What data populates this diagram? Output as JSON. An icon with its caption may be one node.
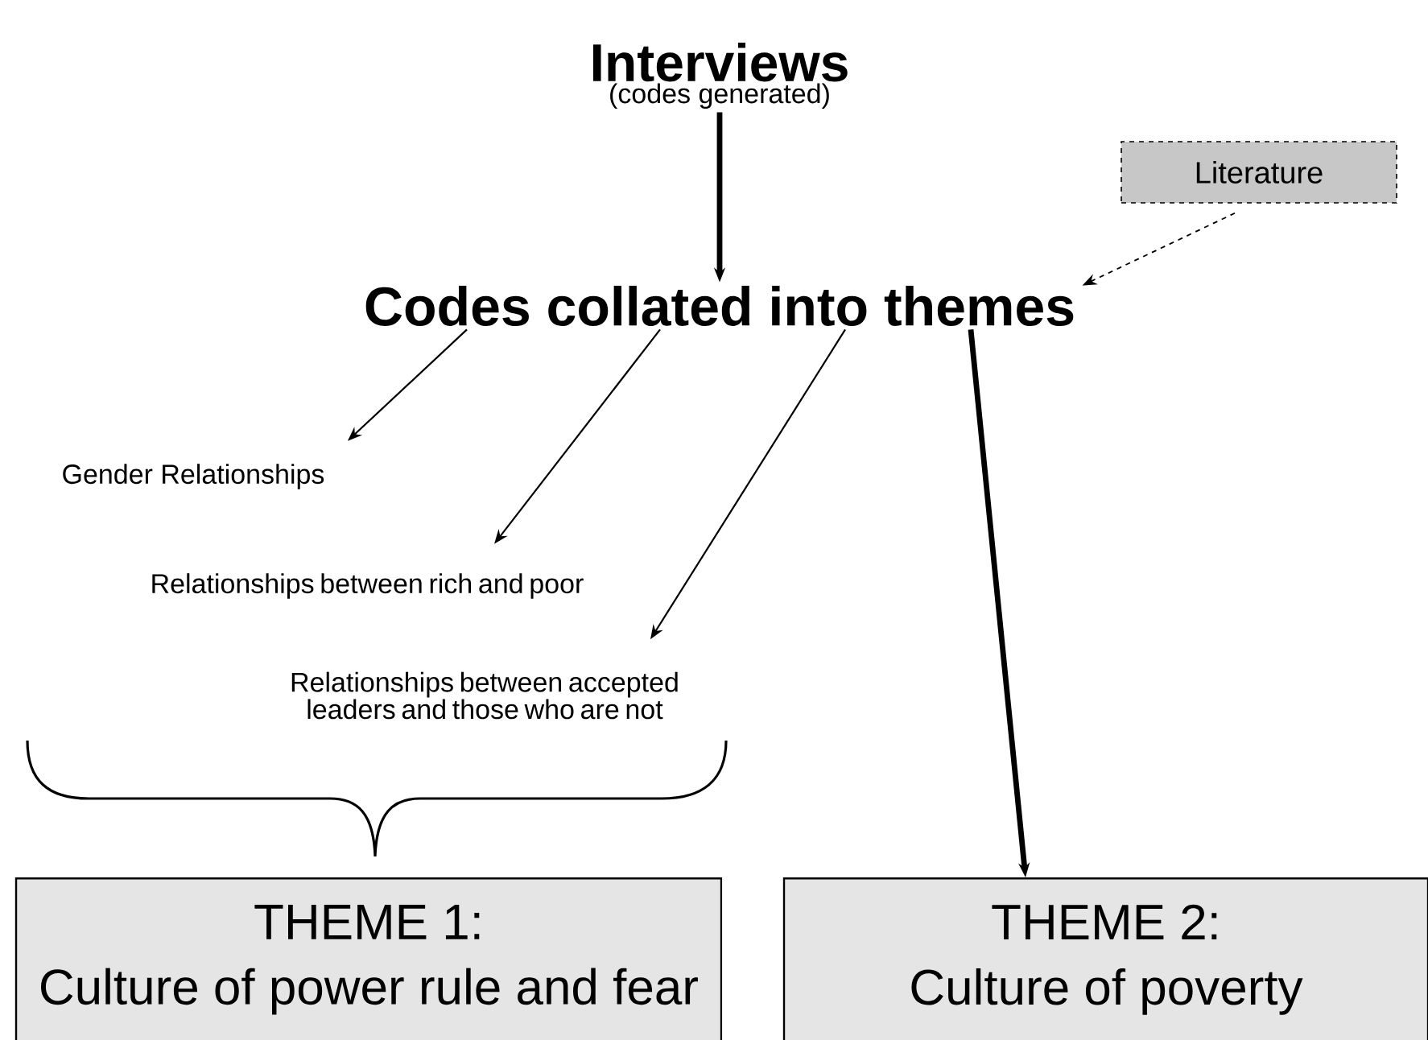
{
  "diagram": {
    "nodes": [
      {
        "text": [
          "Interviews",
          "(codes generated)"
        ]
      },
      {
        "text": [
          "Literature"
        ]
      },
      {
        "text": [
          "Codes collated into themes"
        ]
      },
      {
        "text": [
          "Gender Relationships"
        ]
      },
      {
        "text": [
          "Relationships between rich and poor"
        ]
      },
      {
        "text": [
          "Relationships between accepted leaders and those who are not"
        ]
      },
      {
        "text": [
          "THEME 1:",
          "Culture of power rule and fear"
        ]
      },
      {
        "text": [
          "THEME 2:",
          "Culture of poverty"
        ]
      }
    ],
    "edges": [
      {
        "from": 0,
        "to": 2,
        "arrow": "to",
        "style": "thick"
      },
      {
        "from": 1,
        "to": 2,
        "arrow": "to",
        "style": "dashed"
      },
      {
        "from": 2,
        "to": 3,
        "arrow": "to"
      },
      {
        "from": 2,
        "to": 4,
        "arrow": "to"
      },
      {
        "from": 2,
        "to": 5,
        "arrow": "to"
      },
      {
        "from": 2,
        "to": 7,
        "arrow": "to",
        "style": "thick"
      }
    ]
  }
}
